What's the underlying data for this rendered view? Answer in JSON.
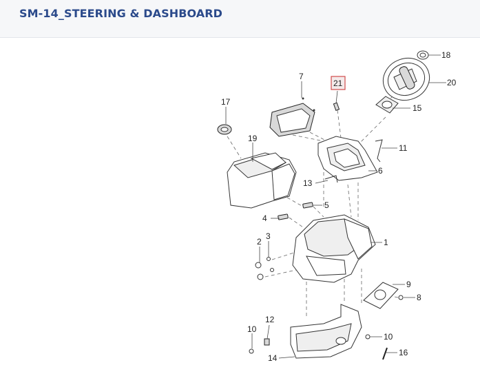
{
  "header": {
    "title": "SM-14_STEERING & DASHBOARD"
  },
  "diagram": {
    "callouts": [
      {
        "id": "c18",
        "label": "18"
      },
      {
        "id": "c20",
        "label": "20"
      },
      {
        "id": "c7",
        "label": "7"
      },
      {
        "id": "c21",
        "label": "21"
      },
      {
        "id": "c15",
        "label": "15"
      },
      {
        "id": "c17",
        "label": "17"
      },
      {
        "id": "c19",
        "label": "19"
      },
      {
        "id": "c11",
        "label": "11"
      },
      {
        "id": "c6",
        "label": "6"
      },
      {
        "id": "c13",
        "label": "13"
      },
      {
        "id": "c5",
        "label": "5"
      },
      {
        "id": "c4",
        "label": "4"
      },
      {
        "id": "c2",
        "label": "2"
      },
      {
        "id": "c3",
        "label": "3"
      },
      {
        "id": "c1",
        "label": "1"
      },
      {
        "id": "c9",
        "label": "9"
      },
      {
        "id": "c8",
        "label": "8"
      },
      {
        "id": "c12",
        "label": "12"
      },
      {
        "id": "c10a",
        "label": "10"
      },
      {
        "id": "c10b",
        "label": "10"
      },
      {
        "id": "c16",
        "label": "16"
      },
      {
        "id": "c14",
        "label": "14"
      }
    ],
    "highlighted_callout": "21",
    "highlight_color": "#d04a4a"
  }
}
